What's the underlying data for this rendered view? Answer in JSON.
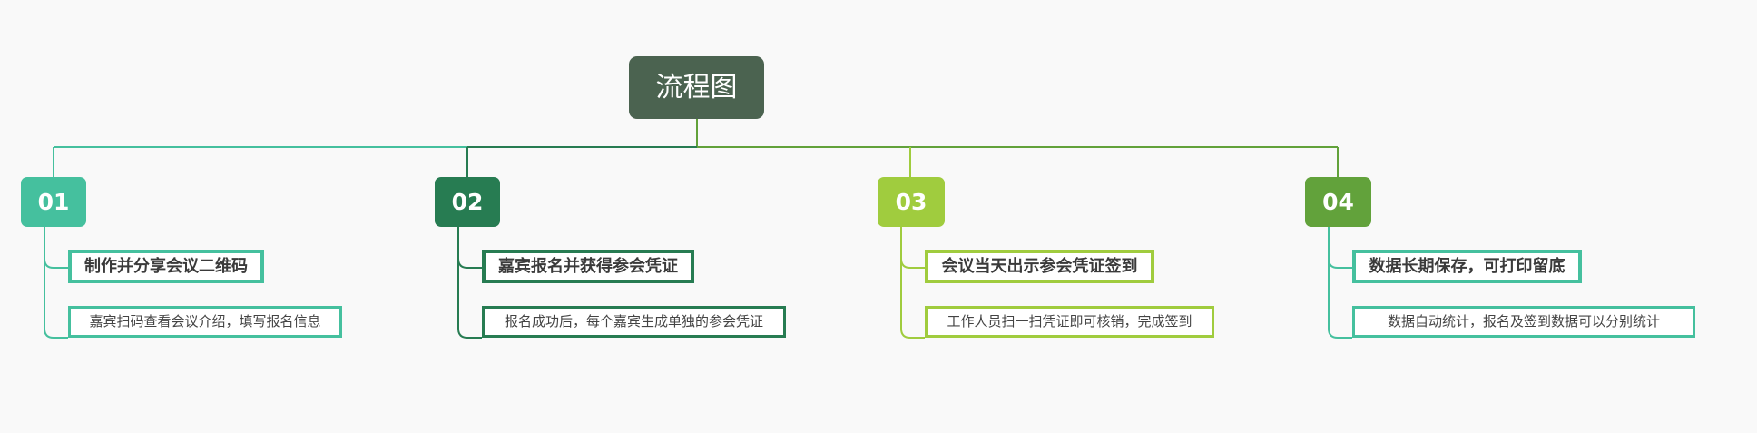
{
  "root": {
    "label": "流程图",
    "color": "#4b6350"
  },
  "steps": [
    {
      "number": "01",
      "title": "制作并分享会议二维码",
      "description": "嘉宾扫码查看会议介绍，填写报名信息",
      "badge_color": "#45c09e",
      "border_color": "#45c09e",
      "line_color": "#45c09e"
    },
    {
      "number": "02",
      "title": "嘉宾报名并获得参会凭证",
      "description": "报名成功后，每个嘉宾生成单独的参会凭证",
      "badge_color": "#277c52",
      "border_color": "#277c52",
      "line_color": "#277c52"
    },
    {
      "number": "03",
      "title": "会议当天出示参会凭证签到",
      "description": "工作人员扫一扫凭证即可核销，完成签到",
      "badge_color": "#a0cc3e",
      "border_color": "#a0cc3e",
      "line_color": "#a0cc3e"
    },
    {
      "number": "04",
      "title": "数据长期保存，可打印留底",
      "description": "数据自动统计，报名及签到数据可以分别统计",
      "badge_color": "#62a23b",
      "border_color": "#45c09e",
      "line_color": "#62a23b"
    }
  ]
}
